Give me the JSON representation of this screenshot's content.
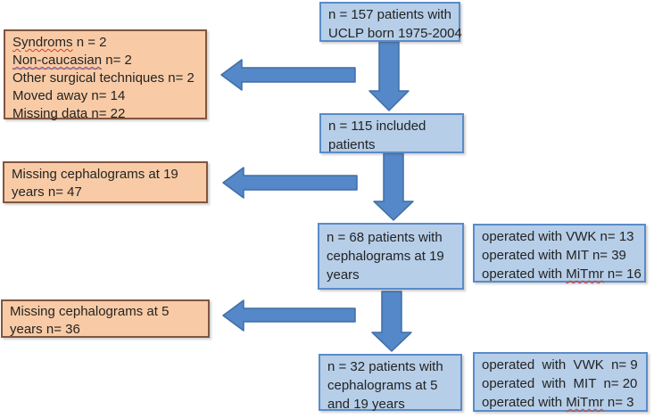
{
  "colors": {
    "blue_box_fill": "#b6cee8",
    "blue_box_border": "#5a8bc9",
    "orange_box_fill": "#f8cba6",
    "orange_box_border": "#80563e",
    "arrow_fill": "#5488c8",
    "arrow_border": "#3e6ea5",
    "text": "#232323",
    "spellcheck_red": "#d43d2a"
  },
  "flow": {
    "box_157": {
      "lines": [
        "n = 157 patients with",
        "UCLP born 1975-2004"
      ]
    },
    "box_excluded": {
      "lines": [
        [
          {
            "t": "Syndroms",
            "mark": "spell"
          },
          {
            "t": " n = 2"
          }
        ],
        [
          {
            "t": "Non-caucasian",
            "mark": "spell-grammar"
          },
          {
            "t": " n= 2"
          }
        ],
        "Other surgical techniques n= 2",
        "Moved away n= 14",
        "Missing data n= 22"
      ]
    },
    "box_115": {
      "lines": [
        "n = 115 included",
        "patients"
      ]
    },
    "box_missing19": {
      "lines": [
        "Missing cephalograms at 19",
        "years n= 47"
      ]
    },
    "box_68": {
      "lines": [
        "n = 68 patients with",
        "cephalograms at 19",
        "years"
      ]
    },
    "box_operated19": {
      "lines": [
        "operated with VWK n= 13",
        "operated with MIT n= 39",
        [
          {
            "t": "operated with "
          },
          {
            "t": "MiTmr",
            "mark": "spell"
          },
          {
            "t": " n= 16"
          }
        ]
      ]
    },
    "box_missing5": {
      "lines": [
        "Missing cephalograms at 5",
        "years n= 36"
      ]
    },
    "box_32": {
      "lines": [
        "n = 32 patients with",
        "cephalograms at 5",
        "and 19 years"
      ]
    },
    "box_operated5": {
      "lines": [
        "operated  with  VWK  n= 9",
        "operated  with  MIT  n= 20",
        [
          {
            "t": "operated with "
          },
          {
            "t": "MiTmr",
            "mark": "spell"
          },
          {
            "t": " n= 3"
          }
        ]
      ]
    }
  }
}
